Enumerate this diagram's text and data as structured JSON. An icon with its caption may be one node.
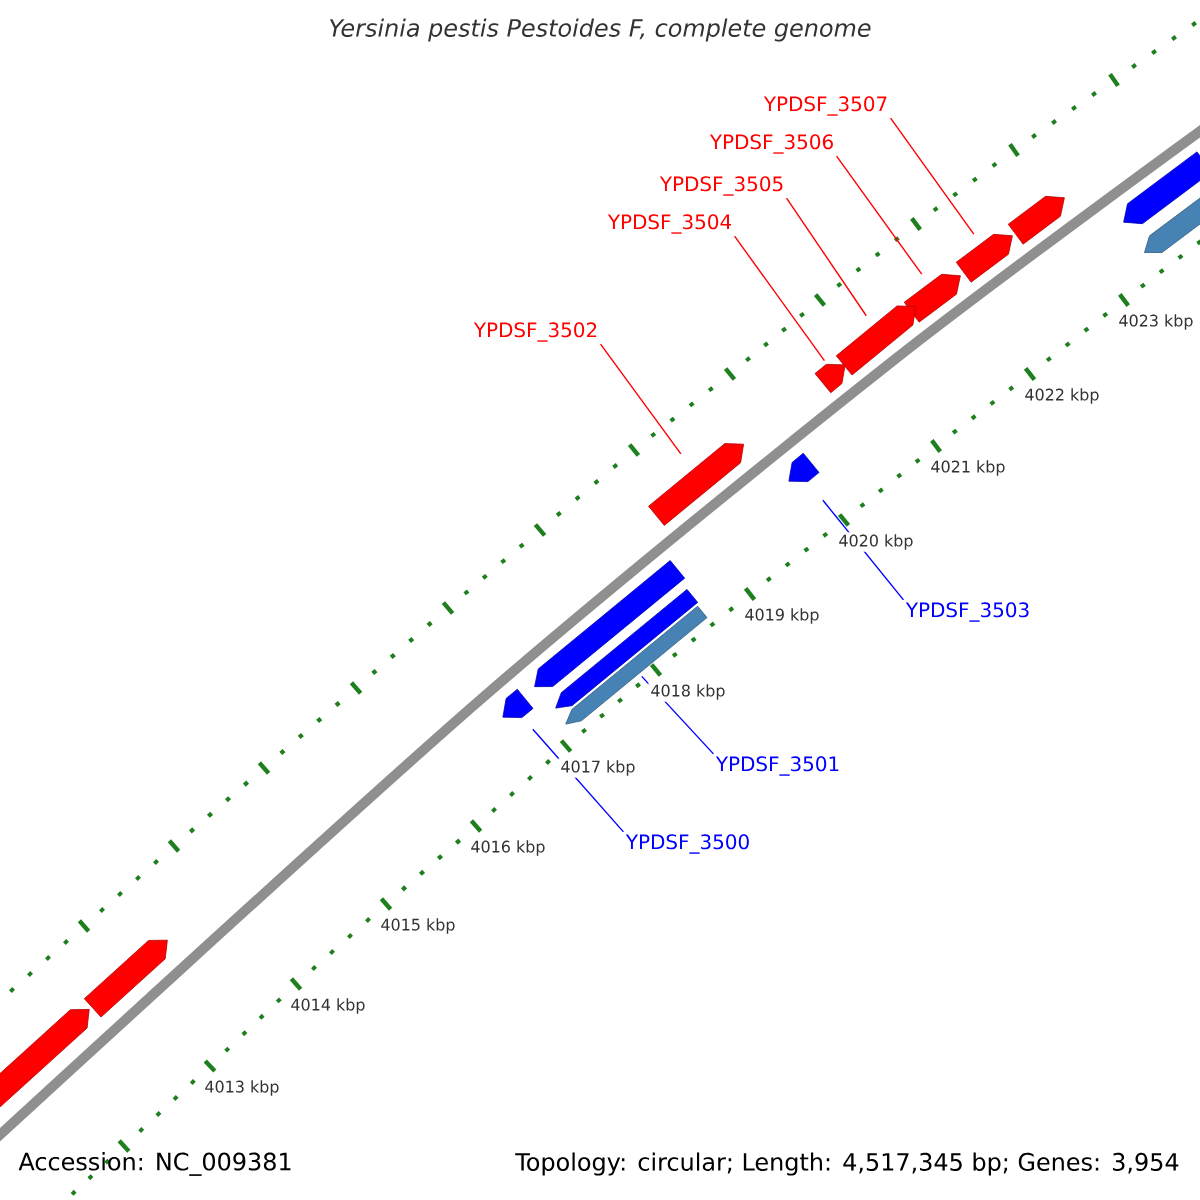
{
  "diagram": {
    "title": "Yersinia pestis Pestoides F, complete genome",
    "nodes": [
      {
        "text": [
          "YPDSF_3507"
        ]
      },
      {
        "text": [
          "YPDSF_3506"
        ]
      },
      {
        "text": [
          "YPDSF_3505"
        ]
      },
      {
        "text": [
          "YPDSF_3504"
        ]
      },
      {
        "text": [
          "YPDSF_3502"
        ]
      },
      {
        "text": [
          "YPDSF_3503"
        ]
      },
      {
        "text": [
          "YPDSF_3501"
        ]
      },
      {
        "text": [
          "YPDSF_3500"
        ]
      },
      {
        "text": [],
        "shape": "arrow"
      },
      {
        "text": [],
        "shape": "arrow"
      },
      {
        "text": [],
        "shape": "arrow"
      },
      {
        "text": [],
        "shape": "arrow"
      },
      {
        "text": [],
        "shape": "arrow"
      },
      {
        "text": [],
        "shape": "arrow"
      },
      {
        "text": [],
        "shape": "arrow"
      },
      {
        "text": [],
        "shape": "arrow"
      },
      {
        "text": [],
        "shape": "arrow"
      },
      {
        "text": [],
        "shape": "arrow"
      },
      {
        "text": [],
        "shape": "arrow"
      },
      {
        "text": [],
        "shape": "arrow"
      },
      {
        "text": [],
        "shape": "arrow"
      },
      {
        "text": [],
        "shape": "arrow"
      },
      {
        "text": [],
        "shape": "arrow"
      }
    ],
    "edges": [
      {
        "from": 0,
        "to": 9,
        "arrow": "none"
      },
      {
        "from": 1,
        "to": 10,
        "arrow": "none"
      },
      {
        "from": 2,
        "to": 11,
        "arrow": "none"
      },
      {
        "from": 3,
        "to": 12,
        "arrow": "none"
      },
      {
        "from": 4,
        "to": 13,
        "arrow": "none"
      },
      {
        "from": 5,
        "to": 18,
        "arrow": "none",
        "color": "#0000ff"
      },
      {
        "from": 6,
        "to": 21,
        "arrow": "none",
        "color": "#0000ff"
      },
      {
        "from": 7,
        "to": 22,
        "arrow": "none",
        "color": "#0000ff"
      }
    ],
    "labels": [
      "4023 kbp",
      "4022 kbp",
      "4021 kbp",
      "4020 kbp",
      "4019 kbp",
      "4018 kbp",
      "4017 kbp",
      "4016 kbp",
      "4015 kbp",
      "4014 kbp",
      "4013 kbp",
      "Accession: NC_009381",
      "Topology: circular; Length: 4,517,345 bp; Genes: 3,954"
    ]
  }
}
